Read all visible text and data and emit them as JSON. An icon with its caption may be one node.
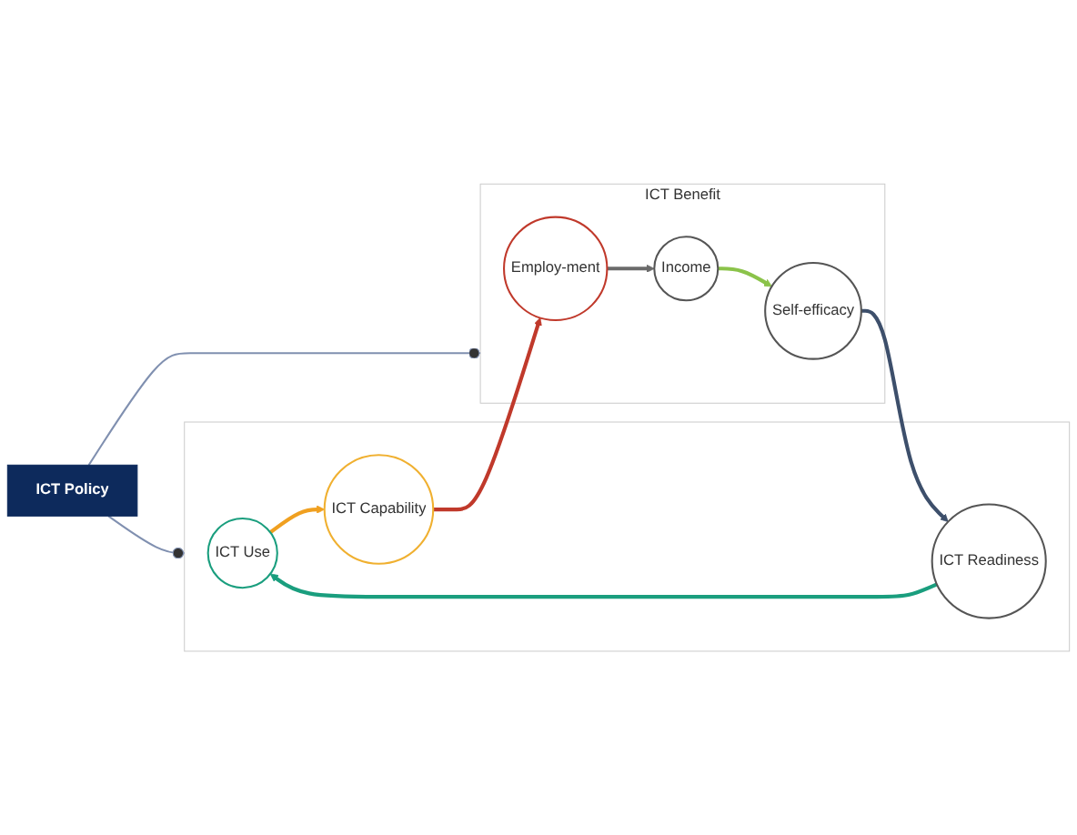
{
  "diagram": {
    "nodes": [
      {
        "text": [],
        "shape": "box"
      },
      {
        "text": [
          "ICT Use"
        ],
        "in": 0
      },
      {
        "text": [
          "ICT Capability"
        ],
        "in": 0
      },
      {
        "text": [
          "ICT Readiness"
        ],
        "in": 0
      },
      {
        "text": [
          "ICT Benefit"
        ]
      },
      {
        "text": [
          "Self-efficacy"
        ],
        "in": 4
      },
      {
        "text": [
          "Income"
        ],
        "in": 4
      },
      {
        "text": [
          "Employ-ment"
        ],
        "in": 4
      },
      {
        "text": [
          "ICT Policy"
        ]
      }
    ],
    "edges": [
      {
        "from": 3,
        "to": 1,
        "arrow": "to",
        "color": "#1a9e7e"
      },
      {
        "from": 1,
        "to": 2,
        "arrow": "to",
        "color": "#f0a020"
      },
      {
        "from": 2,
        "to": 7,
        "arrow": "to",
        "color": "#c0392b"
      },
      {
        "from": 7,
        "to": 6,
        "arrow": "to",
        "color": "#6b6b6b"
      },
      {
        "from": 6,
        "to": 5,
        "arrow": "to",
        "color": "#8bc34a"
      },
      {
        "from": 5,
        "to": 3,
        "arrow": "to",
        "color": "#3d4f6b"
      },
      {
        "from": 8,
        "to": 0,
        "arrow": "other",
        "color": "#8090b0"
      },
      {
        "from": 8,
        "to": 4,
        "arrow": "other",
        "color": "#8090b0"
      }
    ]
  }
}
